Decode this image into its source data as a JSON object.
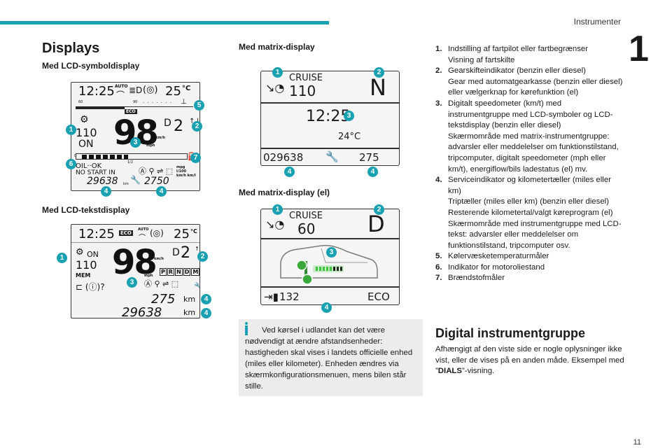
{
  "header": {
    "chapter": "Instrumenter",
    "chapter_number": "1"
  },
  "section_title": "Displays",
  "lcd_symbol": {
    "caption": "Med LCD-symboldisplay",
    "time": "12:25",
    "auto": "AUTO",
    "temp": "25",
    "temp_unit": "°C",
    "scale_left": "60",
    "scale_right": "90",
    "eco": "ECO",
    "speed": "98",
    "speed_unit": "km/h",
    "speed_unit2": "mph",
    "gear": "D",
    "gear_num": "2",
    "cruise": "110",
    "on": "ON",
    "fuel_empty": "0",
    "fuel_half": "1/2",
    "oil": "OIL··OK",
    "nostart": "NO START IN",
    "odo": "29638",
    "odo_unit": "km",
    "trip": "2750",
    "trip_units": "mpg l/100 km/h km/l",
    "badges": [
      "1",
      "2",
      "3",
      "4",
      "4",
      "5",
      "6",
      "7"
    ]
  },
  "lcd_text": {
    "caption": "Med LCD-tekstdisplay",
    "time": "12:25",
    "eco": "ECO",
    "auto": "AUTO",
    "temp": "25",
    "temp_unit": "°C",
    "cruise": "110",
    "on": "ON",
    "mem": "MEM",
    "speed": "98",
    "speed_unit": "km/h",
    "speed_unit2": "mph",
    "gear": "D",
    "gear_num": "2",
    "prndm": [
      "P",
      "R",
      "N",
      "D",
      "M"
    ],
    "trip": "275",
    "trip_unit": "km",
    "odo": "29638",
    "odo_unit": "km",
    "badges": [
      "1",
      "2",
      "3",
      "4",
      "4"
    ]
  },
  "matrix": {
    "caption": "Med matrix-display",
    "cruise": "CRUISE",
    "speed": "110",
    "gear": "N",
    "time": "12:25",
    "temp": "24°C",
    "odo": "029638",
    "range": "275",
    "badges": [
      "1",
      "2",
      "3",
      "4",
      "4"
    ]
  },
  "matrix_el": {
    "caption": "Med matrix-display (el)",
    "cruise": "CRUISE",
    "speed": "60",
    "gear": "D",
    "range": "132",
    "mode": "ECO",
    "badges": [
      "1",
      "2",
      "3",
      "4"
    ]
  },
  "info_box": "Ved kørsel i udlandet kan det være nødvendigt at ændre afstandsenheder: hastigheden skal vises i landets officielle enhed (miles eller kilometer). Enheden ændres via skærmkonfigurationsmenuen, mens bilen står stille.",
  "legend": [
    {
      "num": "1.",
      "lines": [
        "Indstilling af fartpilot eller fartbegrænser",
        "Visning af fartskilte"
      ]
    },
    {
      "num": "2.",
      "lines": [
        "Gearskifteindikator (benzin eller diesel)",
        "Gear med automatgearkasse (benzin eller diesel) eller vælgerknap for kørefunktion (el)"
      ]
    },
    {
      "num": "3.",
      "lines": [
        "Digitalt speedometer (km/t) med instrumentgruppe med LCD-symboler og LCD-tekstdisplay (benzin eller diesel)",
        "Skærmområde med matrix-instrumentgruppe: advarsler eller meddelelser om funktionstilstand, tripcomputer, digitalt speedometer (mph eller km/t), energiflow/bils ladestatus (el) mv."
      ]
    },
    {
      "num": "4.",
      "lines": [
        "Serviceindikator og kilometertæller (miles eller km)",
        "Triptæller (miles eller km) (benzin eller diesel)",
        "Resterende kilometertal/valgt køreprogram (el)",
        "Skærmområde med instrumentgruppe med LCD-tekst: advarsler eller meddelelser om funktionstilstand, tripcomputer osv."
      ]
    },
    {
      "num": "5.",
      "lines": [
        "Kølervæsketemperaturmåler"
      ]
    },
    {
      "num": "6.",
      "lines": [
        "Indikator for motoroliestand"
      ]
    },
    {
      "num": "7.",
      "lines": [
        "Brændstofmåler"
      ]
    }
  ],
  "digital": {
    "title": "Digital instrumentgruppe",
    "text_before": "Afhængigt af den viste side er nogle oplysninger ikke vist, eller de vises på en anden måde. Eksempel med ”",
    "bold": "DIALS",
    "text_after": "”-visning."
  },
  "page_number": "11"
}
